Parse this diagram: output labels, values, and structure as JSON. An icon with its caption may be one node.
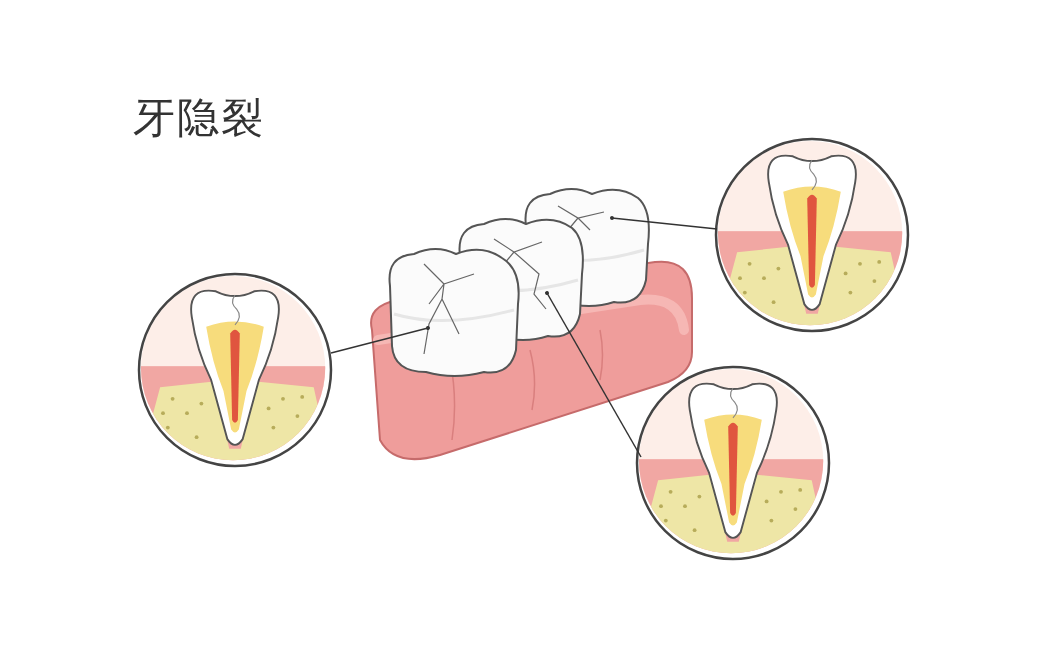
{
  "diagram": {
    "title": "牙隐裂",
    "nodes": [
      {
        "text": [],
        "shape": "picture"
      },
      {
        "text": [],
        "shape": "picture"
      },
      {
        "text": [],
        "shape": "picture"
      },
      {
        "text": [],
        "shape": "picture"
      },
      {
        "text": [],
        "shape": "picture"
      },
      {
        "text": [],
        "shape": "picture"
      }
    ],
    "edges": [
      {
        "from": 0,
        "to": 3,
        "arrow": "other"
      },
      {
        "from": 1,
        "to": 5,
        "arrow": "other"
      },
      {
        "from": 2,
        "to": 4,
        "arrow": "other"
      }
    ]
  }
}
